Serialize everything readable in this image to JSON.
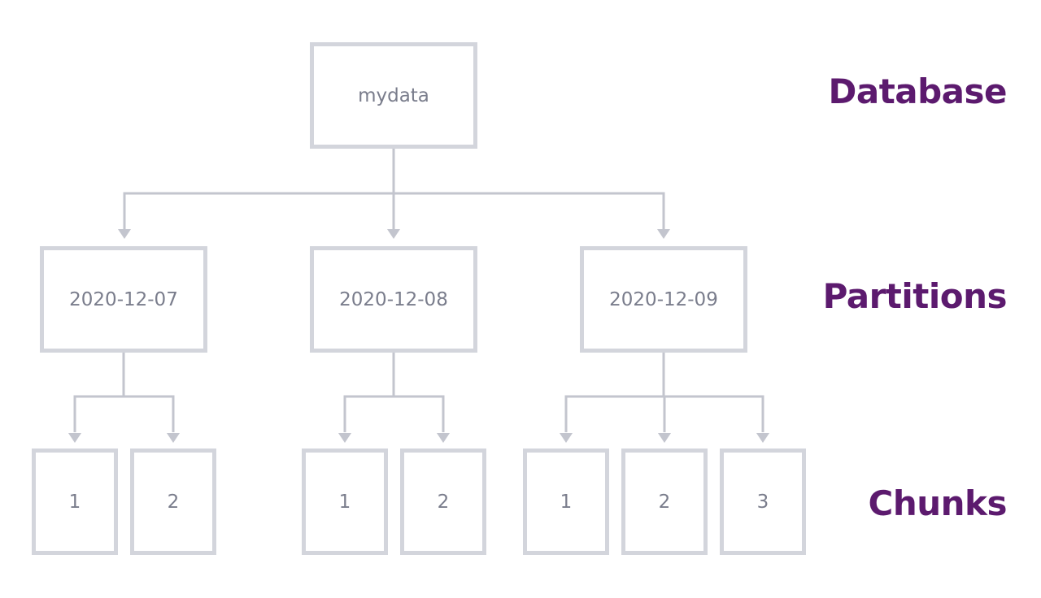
{
  "database": {
    "name": "mydata"
  },
  "partitions": [
    {
      "name": "2020-12-07",
      "chunks": [
        "1",
        "2"
      ]
    },
    {
      "name": "2020-12-08",
      "chunks": [
        "1",
        "2"
      ]
    },
    {
      "name": "2020-12-09",
      "chunks": [
        "1",
        "2",
        "3"
      ]
    }
  ],
  "levels": {
    "database": "Database",
    "partitions": "Partitions",
    "chunks": "Chunks"
  },
  "colors": {
    "box_border": "#d3d5dc",
    "connector": "#c3c5ce",
    "box_text": "#7a7d8c",
    "level_label": "#5c1a6e"
  }
}
